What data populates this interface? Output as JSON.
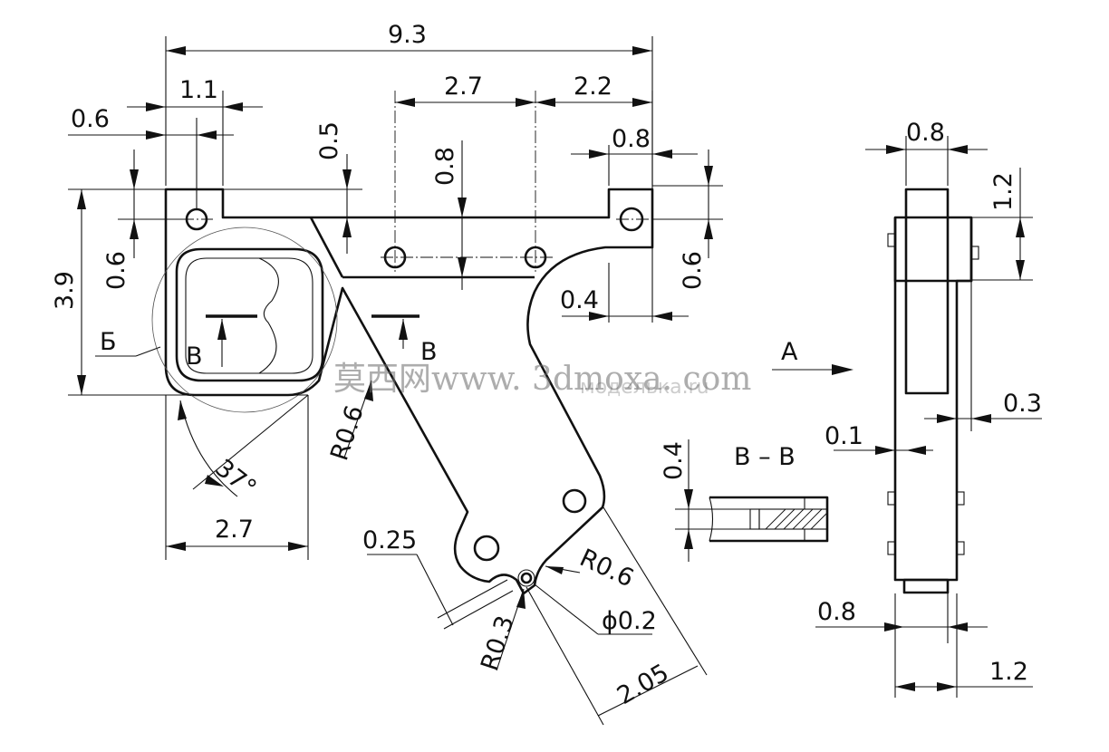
{
  "dimensions": {
    "overall_width": "9.3",
    "hole_spacing": "2.7",
    "right_offset": "2.2",
    "left_tab_width": "1.1",
    "left_hole_offset": "0.6",
    "rail_gap": "0.5",
    "rail_height": "0.8",
    "right_tab_width": "0.8",
    "overall_height": "3.9",
    "left_hole_vertical": "0.6",
    "right_hole_vertical": "0.6",
    "right_inset": "0.4",
    "bottom_width": "2.7",
    "angle": "37°",
    "fillet_radius": "R0.6",
    "notch_width": "0.25",
    "tip_radius": "R0.6",
    "tip_small_radius": "R0.3",
    "pin_diameter": "ϕ0.2",
    "tip_length": "2.05",
    "side_width_top": "0.8",
    "side_tab_height": "1.2",
    "side_step": "0.3",
    "side_gap": "0.1",
    "side_width_bottom": "0.8",
    "side_thickness": "1.2",
    "section_height": "0.4"
  },
  "labels": {
    "detail_b": "Б",
    "section_mark_left": "B",
    "section_mark_right": "B",
    "view_a": "A",
    "section_title": "B – B"
  },
  "watermark": {
    "text": "莫西网www. 3dmoxa. com",
    "faint": "моделька.ru"
  }
}
